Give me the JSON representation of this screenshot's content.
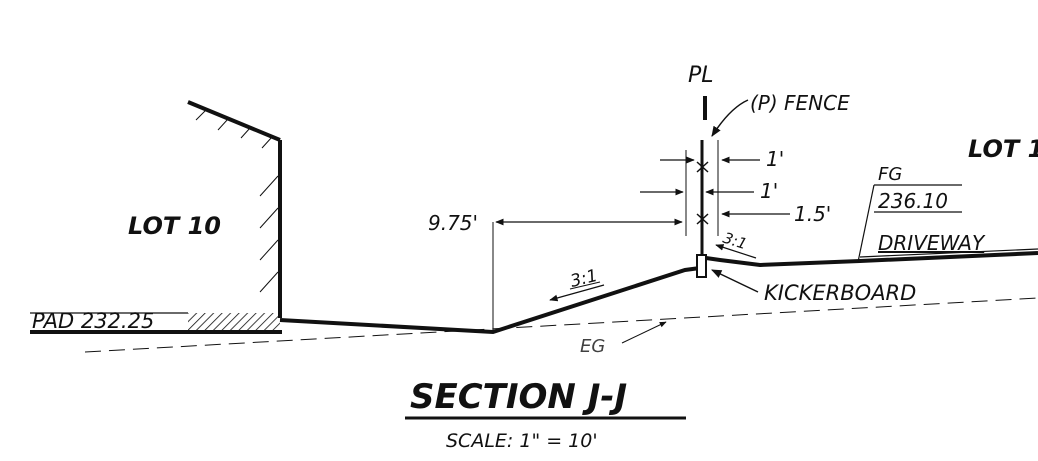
{
  "labels": {
    "lot_left": "LOT 10",
    "lot_right": "LOT 1",
    "pad": "PAD 232.25",
    "pl": "PL",
    "fence": "(P) FENCE",
    "dim_1a": "1'",
    "dim_1b": "1'",
    "dim_15": "1.5'",
    "dim_975": "9.75'",
    "slope_main": "3:1",
    "slope_small": "3:1",
    "fg_label": "FG",
    "fg_value": "236.10",
    "driveway": "DRIVEWAY",
    "kickerboard": "KICKERBOARD",
    "eg": "EG"
  },
  "title": {
    "section": "SECTION J-J",
    "scale": "SCALE: 1\" = 10'"
  },
  "colors": {
    "ink": "#111111",
    "paper": "#ffffff"
  }
}
